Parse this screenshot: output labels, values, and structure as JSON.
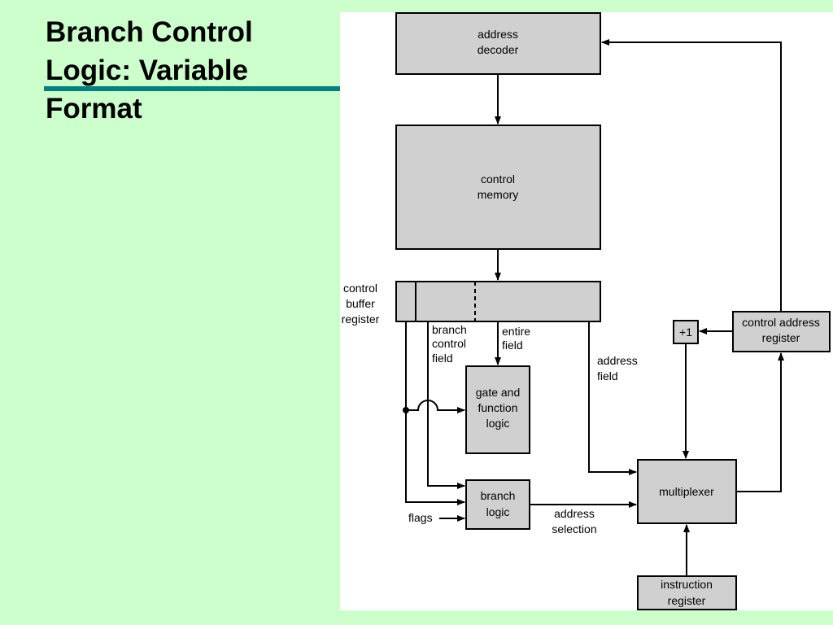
{
  "slide": {
    "title": [
      "Branch Control",
      "Logic: Variable",
      "Format"
    ]
  },
  "colors": {
    "background": "#ccffcc",
    "title_rule": "#008080",
    "panel": "#ffffff",
    "box_fill": "#d0d0d0"
  },
  "diagram": {
    "address_decoder": [
      "address",
      "decoder"
    ],
    "control_memory": [
      "control",
      "memory"
    ],
    "control_buffer_register": [
      "control",
      "buffer",
      "register"
    ],
    "branch_control_field": [
      "branch",
      "control",
      "field"
    ],
    "entire_field": [
      "entire",
      "field"
    ],
    "address_field": [
      "address",
      "field"
    ],
    "gate_function_logic": [
      "gate and",
      "function",
      "logic"
    ],
    "plus_one": "+1",
    "control_address_register": [
      "control address",
      "register"
    ],
    "multiplexer": "multiplexer",
    "branch_logic": [
      "branch",
      "logic"
    ],
    "flags": "flags",
    "address_selection": [
      "address",
      "selection"
    ],
    "instruction_register": [
      "instruction",
      "register"
    ]
  }
}
